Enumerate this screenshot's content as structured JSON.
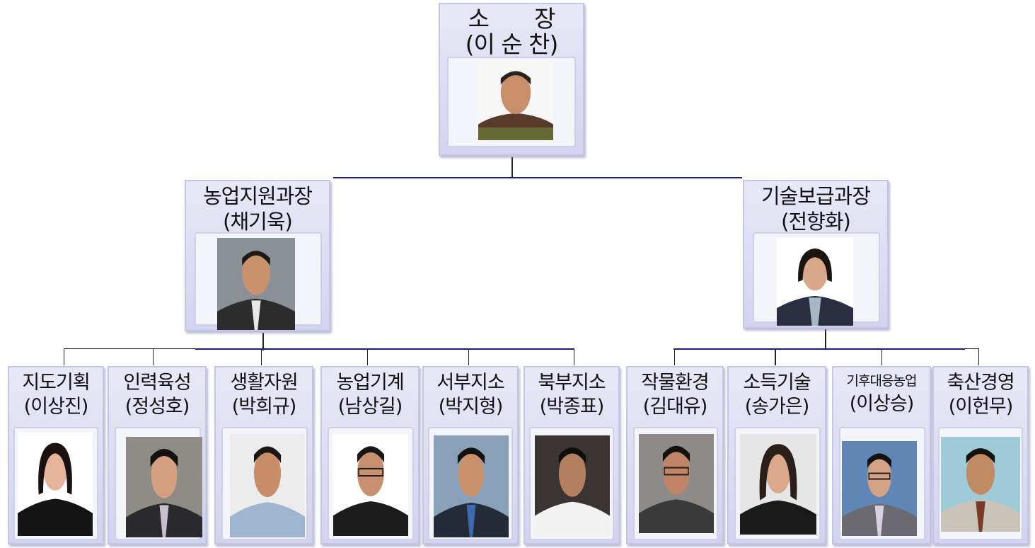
{
  "director": {
    "title": "소　　장",
    "name": "(이 순 찬)"
  },
  "managers": [
    {
      "title": "농업지원과장",
      "name": "(채기욱)"
    },
    {
      "title": "기술보급과장",
      "name": "(전향화)"
    }
  ],
  "staff": [
    {
      "title": "지도기획",
      "name": "(이상진)"
    },
    {
      "title": "인력육성",
      "name": "(정성호)"
    },
    {
      "title": "생활자원",
      "name": "(박희규)"
    },
    {
      "title": "농업기계",
      "name": "(남상길)"
    },
    {
      "title": "서부지소",
      "name": "(박지형)"
    },
    {
      "title": "북부지소",
      "name": "(박종표)"
    },
    {
      "title": "작물환경",
      "name": "(김대유)"
    },
    {
      "title": "소득기술",
      "name": "(송가은)"
    },
    {
      "title": "기후대응농업",
      "name": "(이상승)"
    },
    {
      "title": "축산경영",
      "name": "(이헌무)"
    }
  ],
  "colors": {
    "connector": "#1c1f6b",
    "card_bg": "#dcdcf2",
    "card_border": "#c5c5e6"
  }
}
